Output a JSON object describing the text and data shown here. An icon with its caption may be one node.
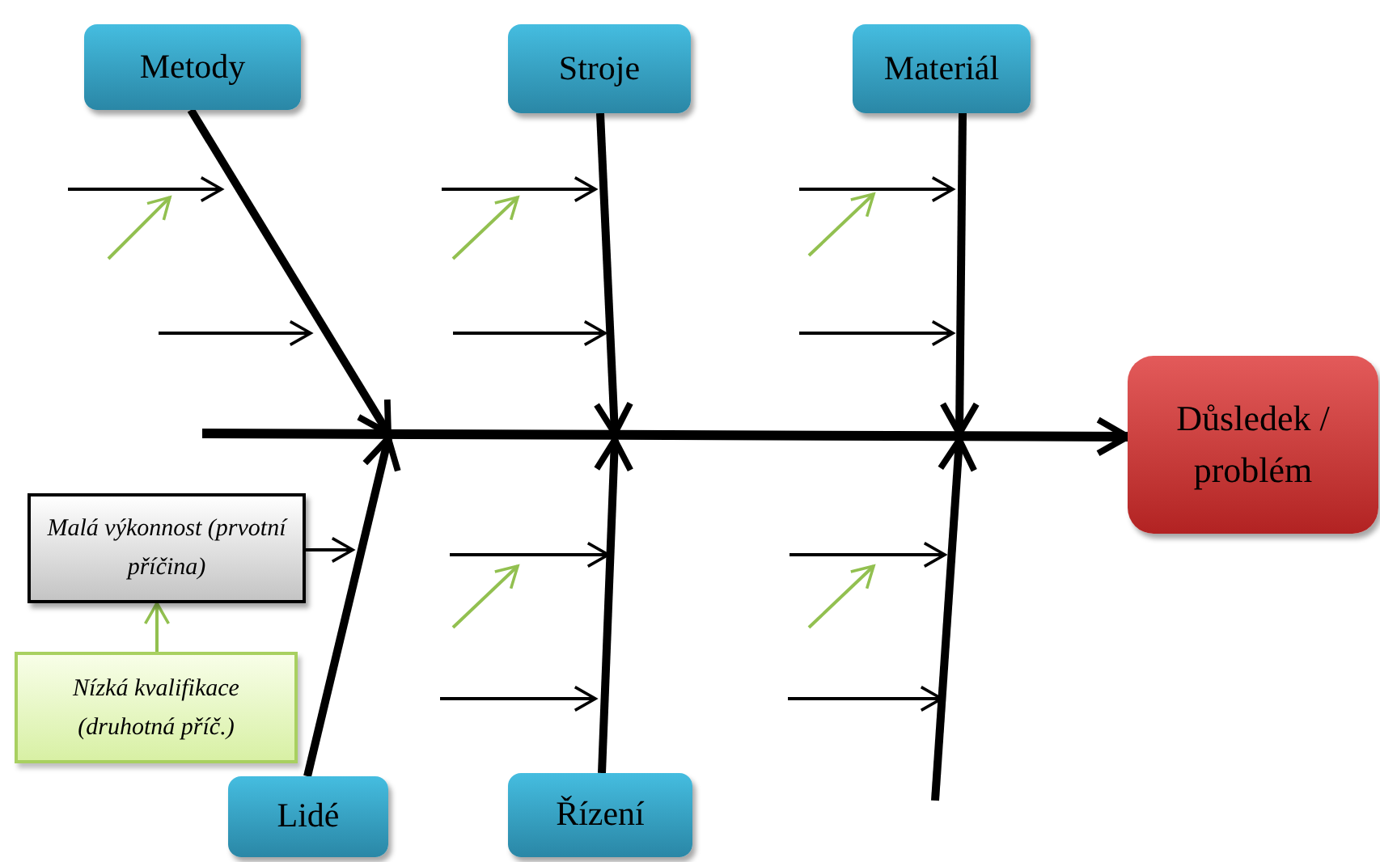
{
  "diagram": {
    "nodes": [
      {
        "text": [
          "Metody"
        ]
      },
      {
        "text": [
          "Stroje"
        ]
      },
      {
        "text": [
          "Materiál"
        ]
      },
      {
        "text": [
          "Důsledek / problém"
        ]
      },
      {
        "text": [
          "Malá výkonnost (prvotní příčina)"
        ]
      },
      {
        "text": [
          "Nízká kvalifikace (druhotná příč.)"
        ]
      },
      {
        "text": [
          "Lidé"
        ]
      },
      {
        "text": [
          "Řízení"
        ]
      }
    ],
    "edges": [
      {
        "from": null,
        "to": 3,
        "arrow": "to"
      },
      {
        "from": 0,
        "to": null,
        "arrow": "to"
      },
      {
        "from": 1,
        "to": null,
        "arrow": "to"
      },
      {
        "from": 2,
        "to": null,
        "arrow": "to"
      },
      {
        "from": 6,
        "to": null,
        "arrow": "to"
      },
      {
        "from": 7,
        "to": null,
        "arrow": "to"
      },
      {
        "from": 4,
        "to": null,
        "arrow": "to"
      },
      {
        "from": 5,
        "to": 4,
        "arrow": "to",
        "color": "#92c050"
      }
    ]
  }
}
